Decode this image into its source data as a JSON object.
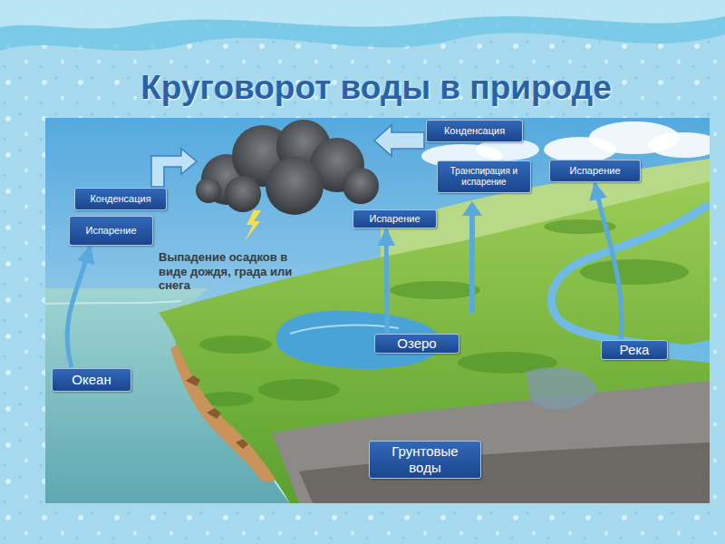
{
  "diagram": {
    "title": "Круговорот воды в природе",
    "nodes": [
      {
        "text": [
          "Конденсация"
        ]
      },
      {
        "text": [
          "Конденсация"
        ]
      },
      {
        "text": [
          "Транспирация и испарение"
        ]
      },
      {
        "text": [
          "Испарение"
        ]
      },
      {
        "text": [
          "Испарение"
        ]
      },
      {
        "text": [
          "Испарение"
        ]
      },
      {
        "text": [
          "Озеро"
        ]
      },
      {
        "text": [
          "Река"
        ]
      },
      {
        "text": [
          "Океан"
        ]
      },
      {
        "text": [
          "Грунтовые воды"
        ]
      }
    ],
    "edges": [
      {
        "from": 8,
        "to": 4,
        "arrow": "to"
      },
      {
        "from": 6,
        "to": 5,
        "arrow": "to"
      },
      {
        "from": 7,
        "to": 3,
        "arrow": "to"
      }
    ],
    "labels": [
      "Выпадение осадков в виде дождя, града или снега"
    ]
  }
}
